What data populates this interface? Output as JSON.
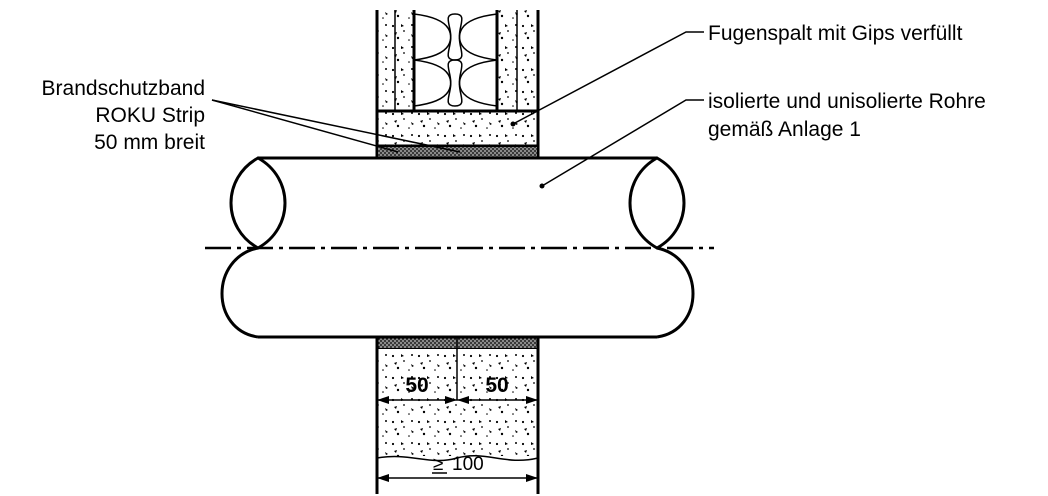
{
  "labels": {
    "joint_gap": "Fugenspalt mit Gips verfüllt",
    "pipes_line1": "isolierte und unisolierte Rohre",
    "pipes_line2": "gemäß Anlage 1",
    "tape_line1": "Brandschutzband",
    "tape_line2": "ROKU Strip",
    "tape_line3": "50 mm breit"
  },
  "dimensions": {
    "left_width": "50",
    "right_width": "50",
    "total_min": "100"
  }
}
